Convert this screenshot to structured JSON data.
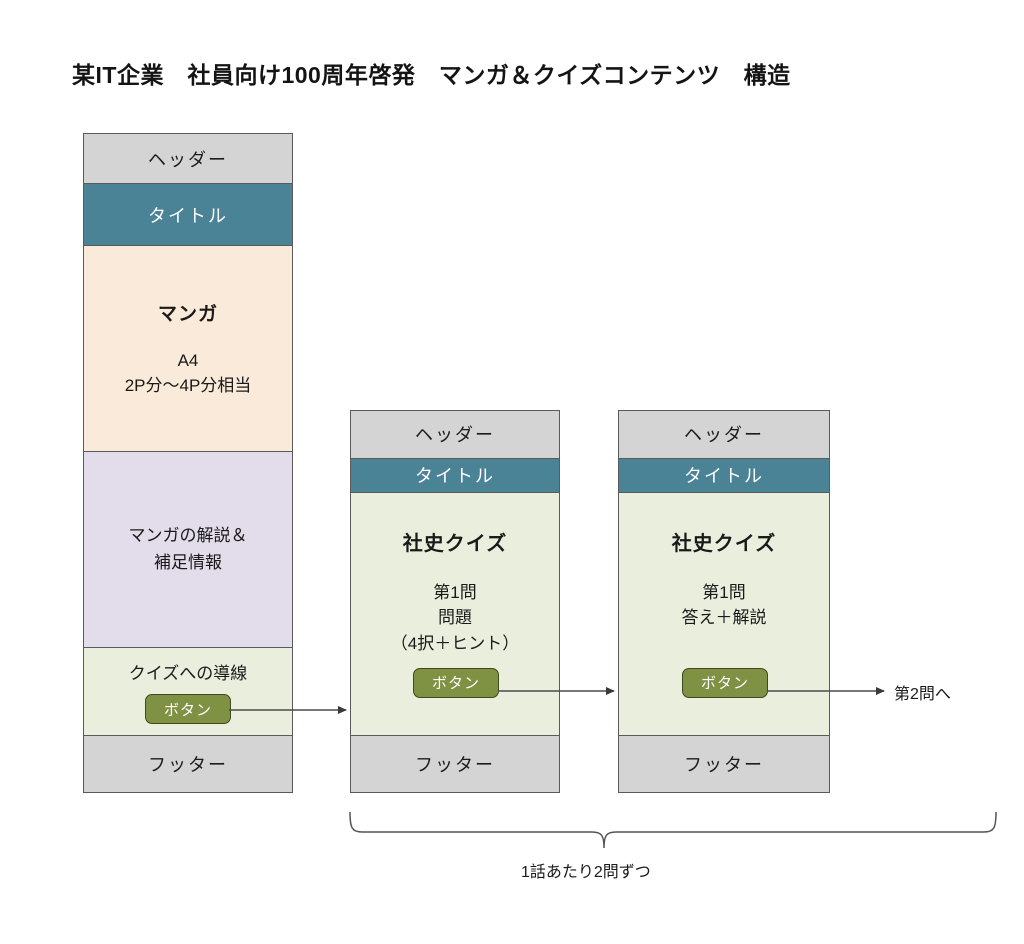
{
  "page": {
    "title": "某IT企業　社員向け100周年啓発　マンガ＆クイズコンテンツ　構造"
  },
  "common": {
    "header_label": "ヘッダー",
    "title_label": "タイトル",
    "footer_label": "フッター",
    "button_label": "ボタン"
  },
  "panels": [
    {
      "name": "manga-page",
      "header": "ヘッダー",
      "title": "タイトル",
      "manga_heading": "マンガ",
      "manga_sub": "A4\n2P分〜4P分相当",
      "explain": "マンガの解説＆\n補足情報",
      "cta_label": "クイズへの導線",
      "cta_button": "ボタン",
      "footer": "フッター"
    },
    {
      "name": "quiz-question-page",
      "header": "ヘッダー",
      "title": "タイトル",
      "quiz_heading": "社史クイズ",
      "quiz_body": "第1問\n問題\n（4択＋ヒント）",
      "button": "ボタン",
      "footer": "フッター"
    },
    {
      "name": "quiz-answer-page",
      "header": "ヘッダー",
      "title": "タイトル",
      "quiz_heading": "社史クイズ",
      "quiz_body": "第1問\n答え＋解説",
      "button": "ボタン",
      "footer": "フッター"
    }
  ],
  "annotations": {
    "next_question": "第2問へ",
    "brace_caption": "1話あたり2問ずつ"
  },
  "colors": {
    "header_gray": "#d4d4d4",
    "title_teal": "#4a8296",
    "manga_peach": "#faead9",
    "explain_lavender": "#e3dceb",
    "quiz_green": "#eaeedd",
    "button_olive": "#7f9244",
    "border_gray": "#5a5a5a",
    "background": "#ffffff"
  }
}
